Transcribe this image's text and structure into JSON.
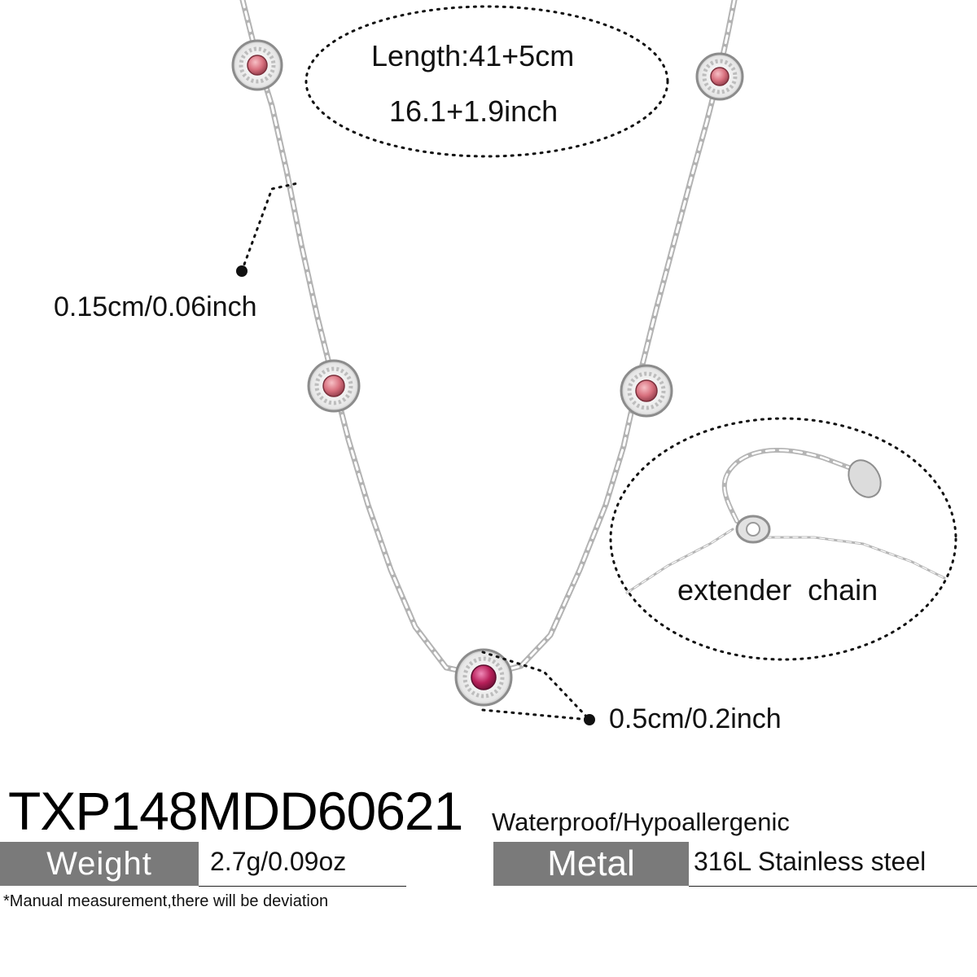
{
  "annotations": {
    "length_cm": "Length:41+5cm",
    "length_inch": "16.1+1.9inch",
    "chain_thickness": "0.15cm/0.06inch",
    "extender": "extender  chain",
    "charm_size": "0.5cm/0.2inch"
  },
  "product": {
    "sku": "TXP148MDD60621",
    "features": "Waterproof/Hypoallergenic",
    "weight_label": "Weight",
    "weight_value": "2.7g/0.09oz",
    "metal_label": "Metal",
    "metal_value": "316L Stainless steel",
    "note": "*Manual measurement,there will be deviation"
  },
  "colors": {
    "label_bg": "#7a7a7a",
    "silver": "#b9b9b9",
    "stone_pink": "#d8707e",
    "stone_magenta": "#b8205a"
  }
}
